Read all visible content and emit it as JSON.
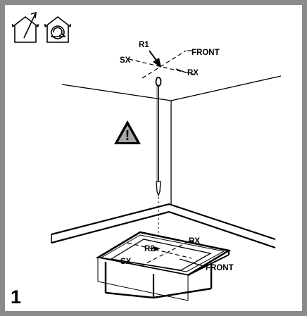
{
  "figure_number": "1",
  "ceiling_labels": {
    "r1": "R1",
    "sx": "SX",
    "front": "FRONT",
    "rx": "RX"
  },
  "hob_labels": {
    "r2": "R2",
    "sx": "SX",
    "front": "FRONT",
    "rx": "RX"
  },
  "warning_symbol": "!",
  "icons": [
    "ducted-extraction-icon",
    "recirculation-icon"
  ]
}
